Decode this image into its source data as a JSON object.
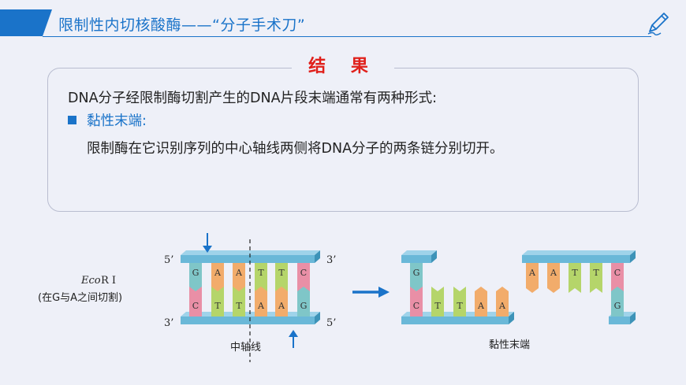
{
  "header": {
    "title": "限制性内切核酸酶——“分子手术刀”"
  },
  "result": {
    "label": "结 果",
    "line1": "DNA分子经限制酶切割产生的DNA片段末端通常有两种形式:",
    "line2": "黏性末端:",
    "line3": "限制酶在它识别序列的中心轴线两侧将DNA分子的两条链分别切开。"
  },
  "diagram": {
    "enzyme_name_italic": "Eco",
    "enzyme_name_rest": "R Ⅰ",
    "enzyme_note": "(在G与A之间切割)",
    "left_5_top": "5’",
    "left_3_top": "3’",
    "left_3_bottom": "3’",
    "left_5_bottom": "5’",
    "axis_label": "中轴线",
    "sticky_label": "黏性末端",
    "top_strand": [
      "G",
      "A",
      "A",
      "T",
      "T",
      "C"
    ],
    "bottom_strand": [
      "C",
      "T",
      "T",
      "A",
      "A",
      "G"
    ],
    "frag1_top": [
      "G"
    ],
    "frag1_bottom": [
      "C",
      "T",
      "T",
      "A",
      "A"
    ],
    "frag2_top": [
      "A",
      "A",
      "T",
      "T",
      "C"
    ],
    "frag2_bottom": [
      "G"
    ],
    "colors": {
      "G": "#7fc6c8",
      "C": "#e98fa6",
      "A": "#f2ac6b",
      "T": "#b5d56a",
      "backbone": "#6ab8d8",
      "arrow": "#1a73c9"
    }
  }
}
